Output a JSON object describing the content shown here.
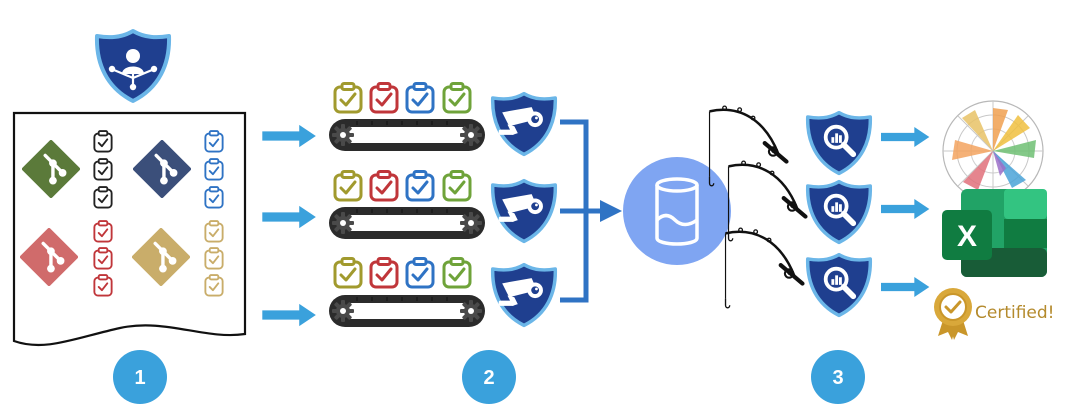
{
  "steps": [
    {
      "number": "1"
    },
    {
      "number": "2"
    },
    {
      "number": "3"
    }
  ],
  "outputs": {
    "excel_letter": "X",
    "certified_label": "Certified!"
  },
  "colors": {
    "shield_blue": "#1f3f8f",
    "arrow_blue": "#3aa1dc",
    "connector_blue": "#2f73c4",
    "step_circle": "#3aa1dc",
    "database": "#7fa5f2",
    "git_green": "#5b7a3a",
    "git_navy": "#3b4f7a",
    "git_red": "#d06b6b",
    "git_gold": "#c9ad6a",
    "clip_olive": "#a19a2e",
    "clip_red": "#c0363a",
    "clip_blue": "#2f73c4",
    "clip_green": "#6fa33a",
    "excel_green": "#1d7044",
    "cert_gold": "#c9962a"
  },
  "icons": {
    "team": "team-icon",
    "git": "git-branch-icon",
    "clipboard": "clipboard-check-icon",
    "conveyor": "conveyor-belt-icon",
    "camera": "security-camera-icon",
    "database": "database-icon",
    "fishing_rod": "fishing-rod-icon",
    "magnifier": "magnifier-chart-icon",
    "radar_chart": "radar-chart-icon",
    "excel": "excel-icon",
    "certified": "certified-badge-icon"
  }
}
